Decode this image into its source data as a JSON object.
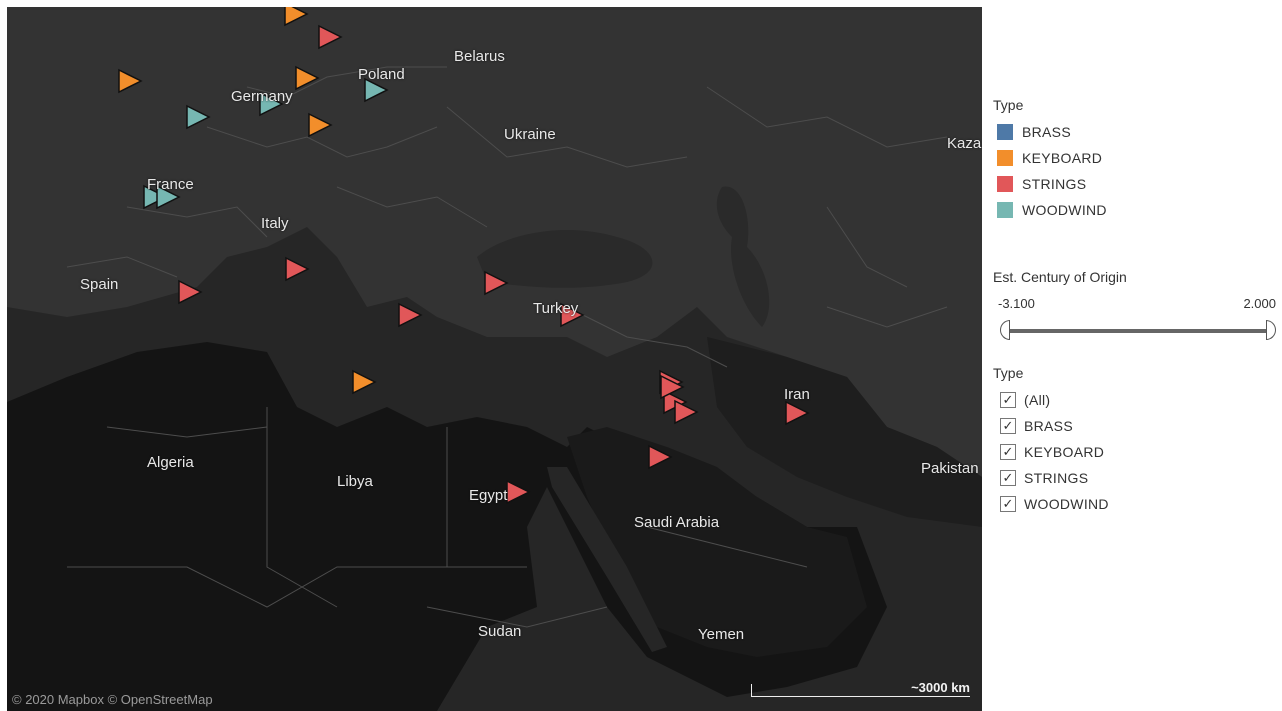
{
  "map": {
    "attribution": "© 2020 Mapbox © OpenStreetMap",
    "scale_label": "~3000 km",
    "country_labels": [
      {
        "id": "belarus",
        "text": "Belarus"
      },
      {
        "id": "poland",
        "text": "Poland"
      },
      {
        "id": "germany",
        "text": "Germany"
      },
      {
        "id": "ukraine",
        "text": "Ukraine"
      },
      {
        "id": "kaza",
        "text": "Kaza"
      },
      {
        "id": "france",
        "text": "France"
      },
      {
        "id": "italy",
        "text": "Italy"
      },
      {
        "id": "spain",
        "text": "Spain"
      },
      {
        "id": "turkey",
        "text": "Turkey"
      },
      {
        "id": "iran",
        "text": "Iran"
      },
      {
        "id": "algeria",
        "text": "Algeria"
      },
      {
        "id": "libya",
        "text": "Libya"
      },
      {
        "id": "egypt",
        "text": "Egypt"
      },
      {
        "id": "saudi",
        "text": "Saudi Arabia"
      },
      {
        "id": "pakistan",
        "text": "Pakistan"
      },
      {
        "id": "sudan",
        "text": "Sudan"
      },
      {
        "id": "yemen",
        "text": "Yemen"
      }
    ],
    "markers": [
      {
        "type": "KEYBOARD"
      },
      {
        "type": "STRINGS"
      },
      {
        "type": "KEYBOARD"
      },
      {
        "type": "KEYBOARD"
      },
      {
        "type": "WOODWIND"
      },
      {
        "type": "WOODWIND"
      },
      {
        "type": "WOODWIND"
      },
      {
        "type": "KEYBOARD"
      },
      {
        "type": "WOODWIND"
      },
      {
        "type": "WOODWIND"
      },
      {
        "type": "STRINGS"
      },
      {
        "type": "STRINGS"
      },
      {
        "type": "STRINGS"
      },
      {
        "type": "STRINGS"
      },
      {
        "type": "STRINGS"
      },
      {
        "type": "KEYBOARD"
      },
      {
        "type": "STRINGS"
      },
      {
        "type": "STRINGS"
      },
      {
        "type": "STRINGS"
      },
      {
        "type": "STRINGS"
      },
      {
        "type": "STRINGS"
      },
      {
        "type": "STRINGS"
      },
      {
        "type": "STRINGS"
      }
    ]
  },
  "legend": {
    "title": "Type",
    "items": [
      {
        "label": "BRASS",
        "color": "#4e79a7"
      },
      {
        "label": "KEYBOARD",
        "color": "#f28e2b"
      },
      {
        "label": "STRINGS",
        "color": "#e15759"
      },
      {
        "label": "WOODWIND",
        "color": "#76b7b2"
      }
    ]
  },
  "range_filter": {
    "title": "Est. Century of Origin",
    "min_label": "-3.100",
    "max_label": "2.000",
    "selected_min": -3.1,
    "selected_max": 2.0
  },
  "type_filter": {
    "title": "Type",
    "options": [
      {
        "label": "(All)",
        "checked": true
      },
      {
        "label": "BRASS",
        "checked": true
      },
      {
        "label": "KEYBOARD",
        "checked": true
      },
      {
        "label": "STRINGS",
        "checked": true
      },
      {
        "label": "WOODWIND",
        "checked": true
      }
    ]
  }
}
